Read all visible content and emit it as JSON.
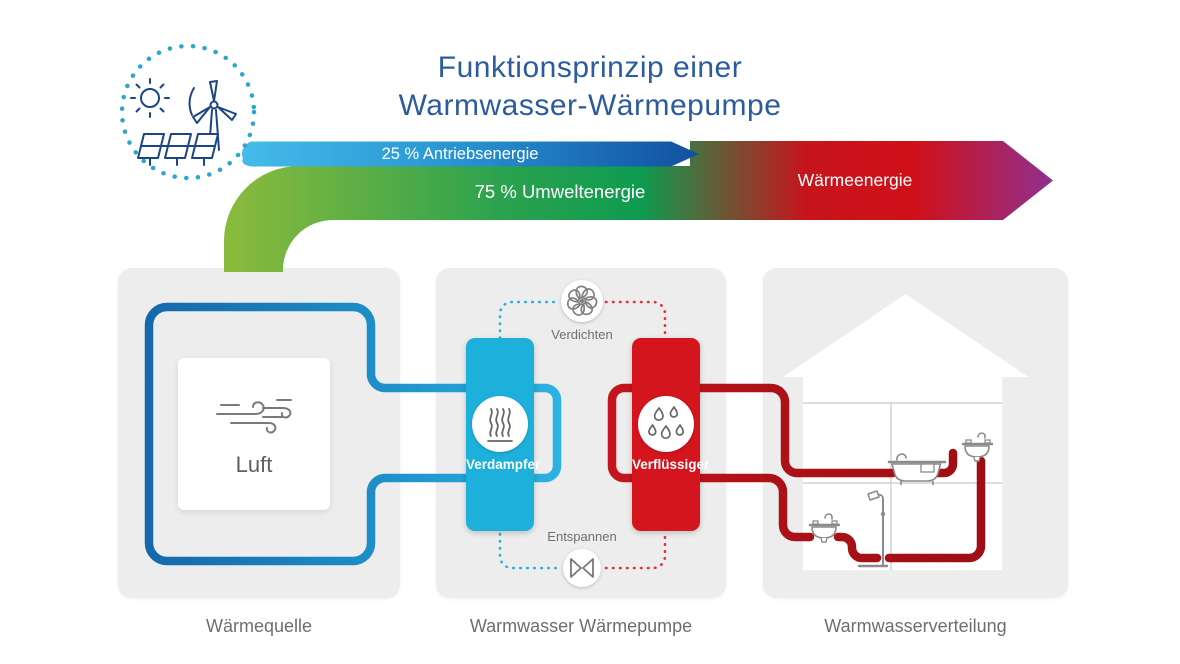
{
  "header": {
    "title_line1": "Funktionsprinzip einer",
    "title_line2": "Warmwasser-Wärmepumpe",
    "icon": "renewable-energy"
  },
  "energy_flow": {
    "drive": {
      "label": "25 % Antriebsenergie",
      "color_start": "#45bce9",
      "color_end": "#11509f"
    },
    "environment": {
      "label": "75 % Umweltenergie",
      "color_start": "#8aba3c",
      "color_mid": "#0e9b50"
    },
    "heat": {
      "label": "Wärmeenergie",
      "color_red": "#d01019",
      "color_purple": "#90308f"
    }
  },
  "panels": [
    {
      "id": "source",
      "caption": "Wärmequelle",
      "card": {
        "label": "Luft",
        "icon": "wind"
      },
      "pipe_color_left": "#1568ab",
      "pipe_color_right": "#2cb3e3"
    },
    {
      "id": "pump",
      "caption": "Warmwasser Wärmepumpe",
      "evaporator": {
        "label": "Verdampfer",
        "color": "#1db0da",
        "icon": "steam"
      },
      "condenser": {
        "label": "Verflüssiger",
        "color": "#d4151d",
        "icon": "droplets"
      },
      "top_process": {
        "label": "Verdichten",
        "icon": "fan"
      },
      "bottom_process": {
        "label": "Entspannen",
        "icon": "expansion-valve"
      }
    },
    {
      "id": "distribution",
      "caption": "Warmwasserverteilung",
      "house_fixtures": [
        "bathtub",
        "sink",
        "sink",
        "shower"
      ],
      "pipe_color": "#a8101a"
    }
  ],
  "colors": {
    "panel_bg": "#ededed",
    "title_blue": "#2b5c9c",
    "caption_gray": "#6e6e6e",
    "icon_navy": "#1c4584",
    "dotted_circle_cyan": "#2ba7ce"
  }
}
